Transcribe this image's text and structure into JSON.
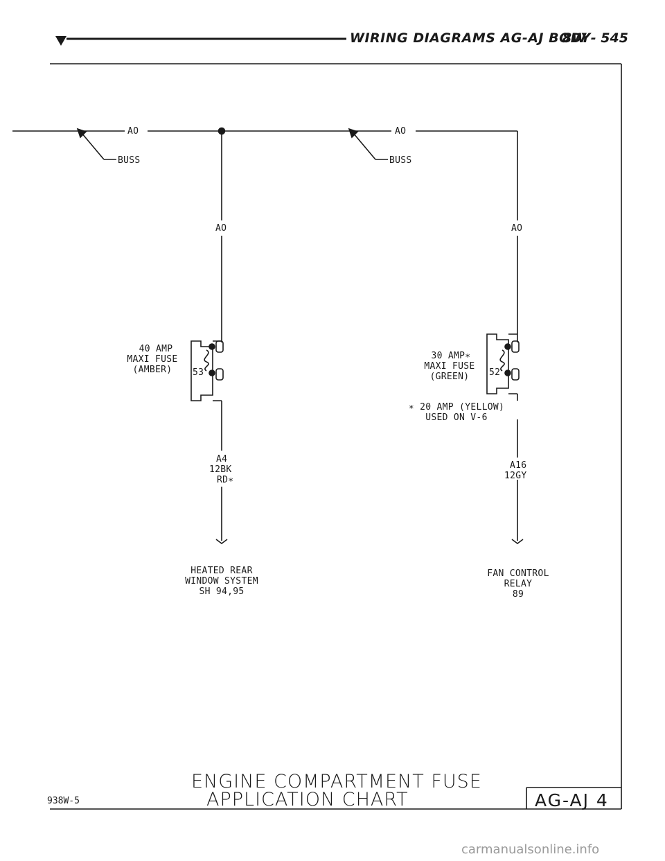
{
  "header": {
    "title": "WIRING DIAGRAMS AG-AJ BODY",
    "page": "8W - 545"
  },
  "left_circuit": {
    "bus_wire": "AO",
    "bus_label": "BUSS",
    "feed_wire": "AO",
    "fuse_rating": "40 AMP",
    "fuse_type": "MAXI FUSE",
    "fuse_color": "(AMBER)",
    "fuse_cavity": "53",
    "out_wire": "A4",
    "out_gauge": "12BK",
    "out_color": "RD∗",
    "dest_line1": "HEATED REAR",
    "dest_line2": "WINDOW SYSTEM",
    "dest_line3": "SH 94,95"
  },
  "right_circuit": {
    "bus_wire": "AO",
    "bus_label": "BUSS",
    "feed_wire": "AO",
    "fuse_rating": "30 AMP∗",
    "fuse_type": "MAXI FUSE",
    "fuse_color": "(GREEN)",
    "fuse_cavity": "52",
    "note_line1": "∗ 20 AMP (YELLOW)",
    "note_line2": "USED ON V-6",
    "out_wire": "A16",
    "out_gauge": "12GY",
    "dest_line1": "FAN CONTROL",
    "dest_line2": "RELAY",
    "dest_line3": "89"
  },
  "footer": {
    "title_line1": "ENGINE COMPARTMENT FUSE",
    "title_line2": "APPLICATION CHART",
    "code": "938W-5",
    "page_id": "AG-AJ   4"
  },
  "watermark": "carmanualsonline.info"
}
